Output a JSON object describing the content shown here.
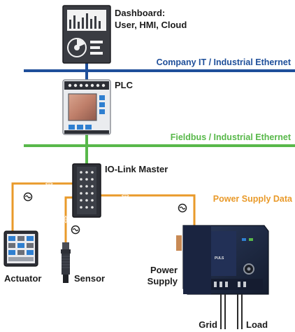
{
  "labels": {
    "dashboard_line1": "Dashboard:",
    "dashboard_line2": "User, HMI, Cloud",
    "plc": "PLC",
    "io_link_master": "IO-Link Master",
    "actuator": "Actuator",
    "sensor": "Sensor",
    "power_line1": "Power",
    "power_line2": "Supply",
    "grid": "Grid",
    "load": "Load",
    "psu_brand": "PULS"
  },
  "buses": {
    "company_it": "Company IT / Industrial Ethernet",
    "fieldbus": "Fieldbus / Industrial Ethernet",
    "power_supply_data": "Power Supply Data"
  },
  "colors": {
    "it_bus": "#1f4f9a",
    "fieldbus": "#58b84a",
    "io_link": "#e99a2a",
    "device_dark": "#2d2f36",
    "psu_body": "#1d2a44"
  },
  "icons": {
    "link_symbol": "io-link-symbol-icon",
    "dashboard": "dashboard-screen-icon",
    "plc": "plc-controller-icon",
    "io_master": "io-link-master-icon",
    "actuator": "actuator-icon",
    "sensor": "sensor-icon",
    "psu": "power-supply-icon"
  }
}
